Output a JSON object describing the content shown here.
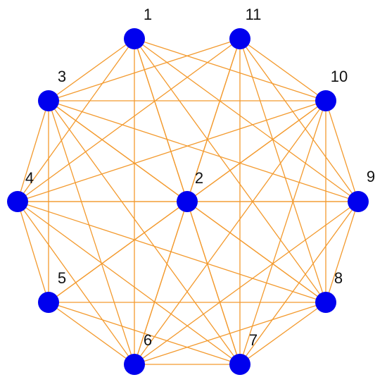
{
  "graph": {
    "node_color": "#0000ee",
    "edge_color": "#f39a2e",
    "background": "#ffffff",
    "nodes": [
      {
        "id": "1",
        "label": "1"
      },
      {
        "id": "2",
        "label": "2"
      },
      {
        "id": "3",
        "label": "3"
      },
      {
        "id": "4",
        "label": "4"
      },
      {
        "id": "5",
        "label": "5"
      },
      {
        "id": "6",
        "label": "6"
      },
      {
        "id": "7",
        "label": "7"
      },
      {
        "id": "8",
        "label": "8"
      },
      {
        "id": "9",
        "label": "9"
      },
      {
        "id": "10",
        "label": "10"
      },
      {
        "id": "11",
        "label": "11"
      }
    ],
    "edges": [
      [
        "1",
        "2"
      ],
      [
        "1",
        "3"
      ],
      [
        "1",
        "4"
      ],
      [
        "1",
        "6"
      ],
      [
        "1",
        "7"
      ],
      [
        "1",
        "8"
      ],
      [
        "1",
        "9"
      ],
      [
        "1",
        "10"
      ],
      [
        "2",
        "3"
      ],
      [
        "2",
        "4"
      ],
      [
        "2",
        "5"
      ],
      [
        "2",
        "6"
      ],
      [
        "2",
        "7"
      ],
      [
        "2",
        "8"
      ],
      [
        "2",
        "9"
      ],
      [
        "2",
        "10"
      ],
      [
        "2",
        "11"
      ],
      [
        "3",
        "4"
      ],
      [
        "3",
        "5"
      ],
      [
        "3",
        "6"
      ],
      [
        "3",
        "7"
      ],
      [
        "3",
        "8"
      ],
      [
        "3",
        "9"
      ],
      [
        "3",
        "10"
      ],
      [
        "3",
        "11"
      ],
      [
        "4",
        "5"
      ],
      [
        "4",
        "6"
      ],
      [
        "4",
        "7"
      ],
      [
        "4",
        "8"
      ],
      [
        "4",
        "9"
      ],
      [
        "4",
        "10"
      ],
      [
        "4",
        "11"
      ],
      [
        "5",
        "6"
      ],
      [
        "5",
        "7"
      ],
      [
        "5",
        "8"
      ],
      [
        "5",
        "10"
      ],
      [
        "6",
        "7"
      ],
      [
        "6",
        "8"
      ],
      [
        "6",
        "9"
      ],
      [
        "6",
        "10"
      ],
      [
        "6",
        "11"
      ],
      [
        "7",
        "8"
      ],
      [
        "7",
        "9"
      ],
      [
        "7",
        "10"
      ],
      [
        "7",
        "11"
      ],
      [
        "8",
        "9"
      ],
      [
        "8",
        "10"
      ],
      [
        "8",
        "11"
      ],
      [
        "9",
        "10"
      ],
      [
        "9",
        "11"
      ],
      [
        "10",
        "11"
      ]
    ]
  }
}
